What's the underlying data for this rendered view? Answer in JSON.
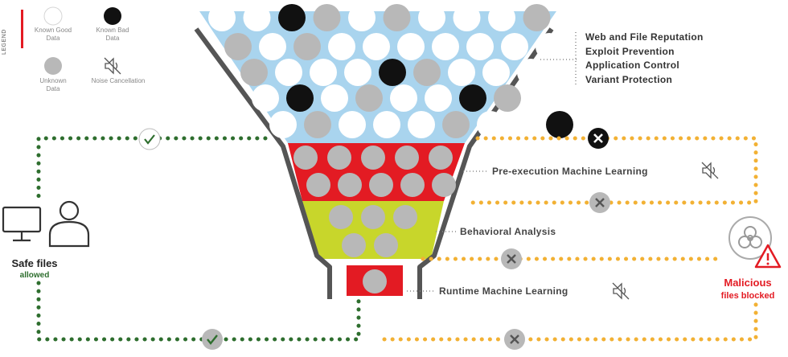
{
  "legend": {
    "title": "LEGEND",
    "known_good": "Known Good Data",
    "known_bad": "Known Bad Data",
    "unknown": "Unknown Data",
    "reduction": "Noise Cancellation"
  },
  "technologies": [
    "Web and File Reputation",
    "Exploit Prevention",
    "Application Control",
    "Variant Protection"
  ],
  "stages": {
    "pre_execution": "Pre-execution Machine Learning",
    "behavioral": "Behavioral Analysis",
    "runtime": "Runtime Machine Learning"
  },
  "outcomes": {
    "safe_title": "Safe files",
    "safe_sub": "allowed",
    "malicious_title": "Malicious",
    "malicious_sub": "files blocked"
  },
  "colors": {
    "funnel_top": "#a9d4ee",
    "funnel_red": "#e31b23",
    "funnel_yellow": "#c8d62b",
    "funnel_border": "#555555",
    "safe_path": "#2e6e2e",
    "blocked_path": "#f2b134",
    "unknown_ball": "#b8b8b8",
    "bad_ball": "#111111",
    "alert": "#e31b23"
  },
  "icons": [
    "check-icon",
    "x-icon",
    "noise-cancellation-icon",
    "computer-user-icon",
    "biohazard-icon",
    "warning-icon"
  ]
}
